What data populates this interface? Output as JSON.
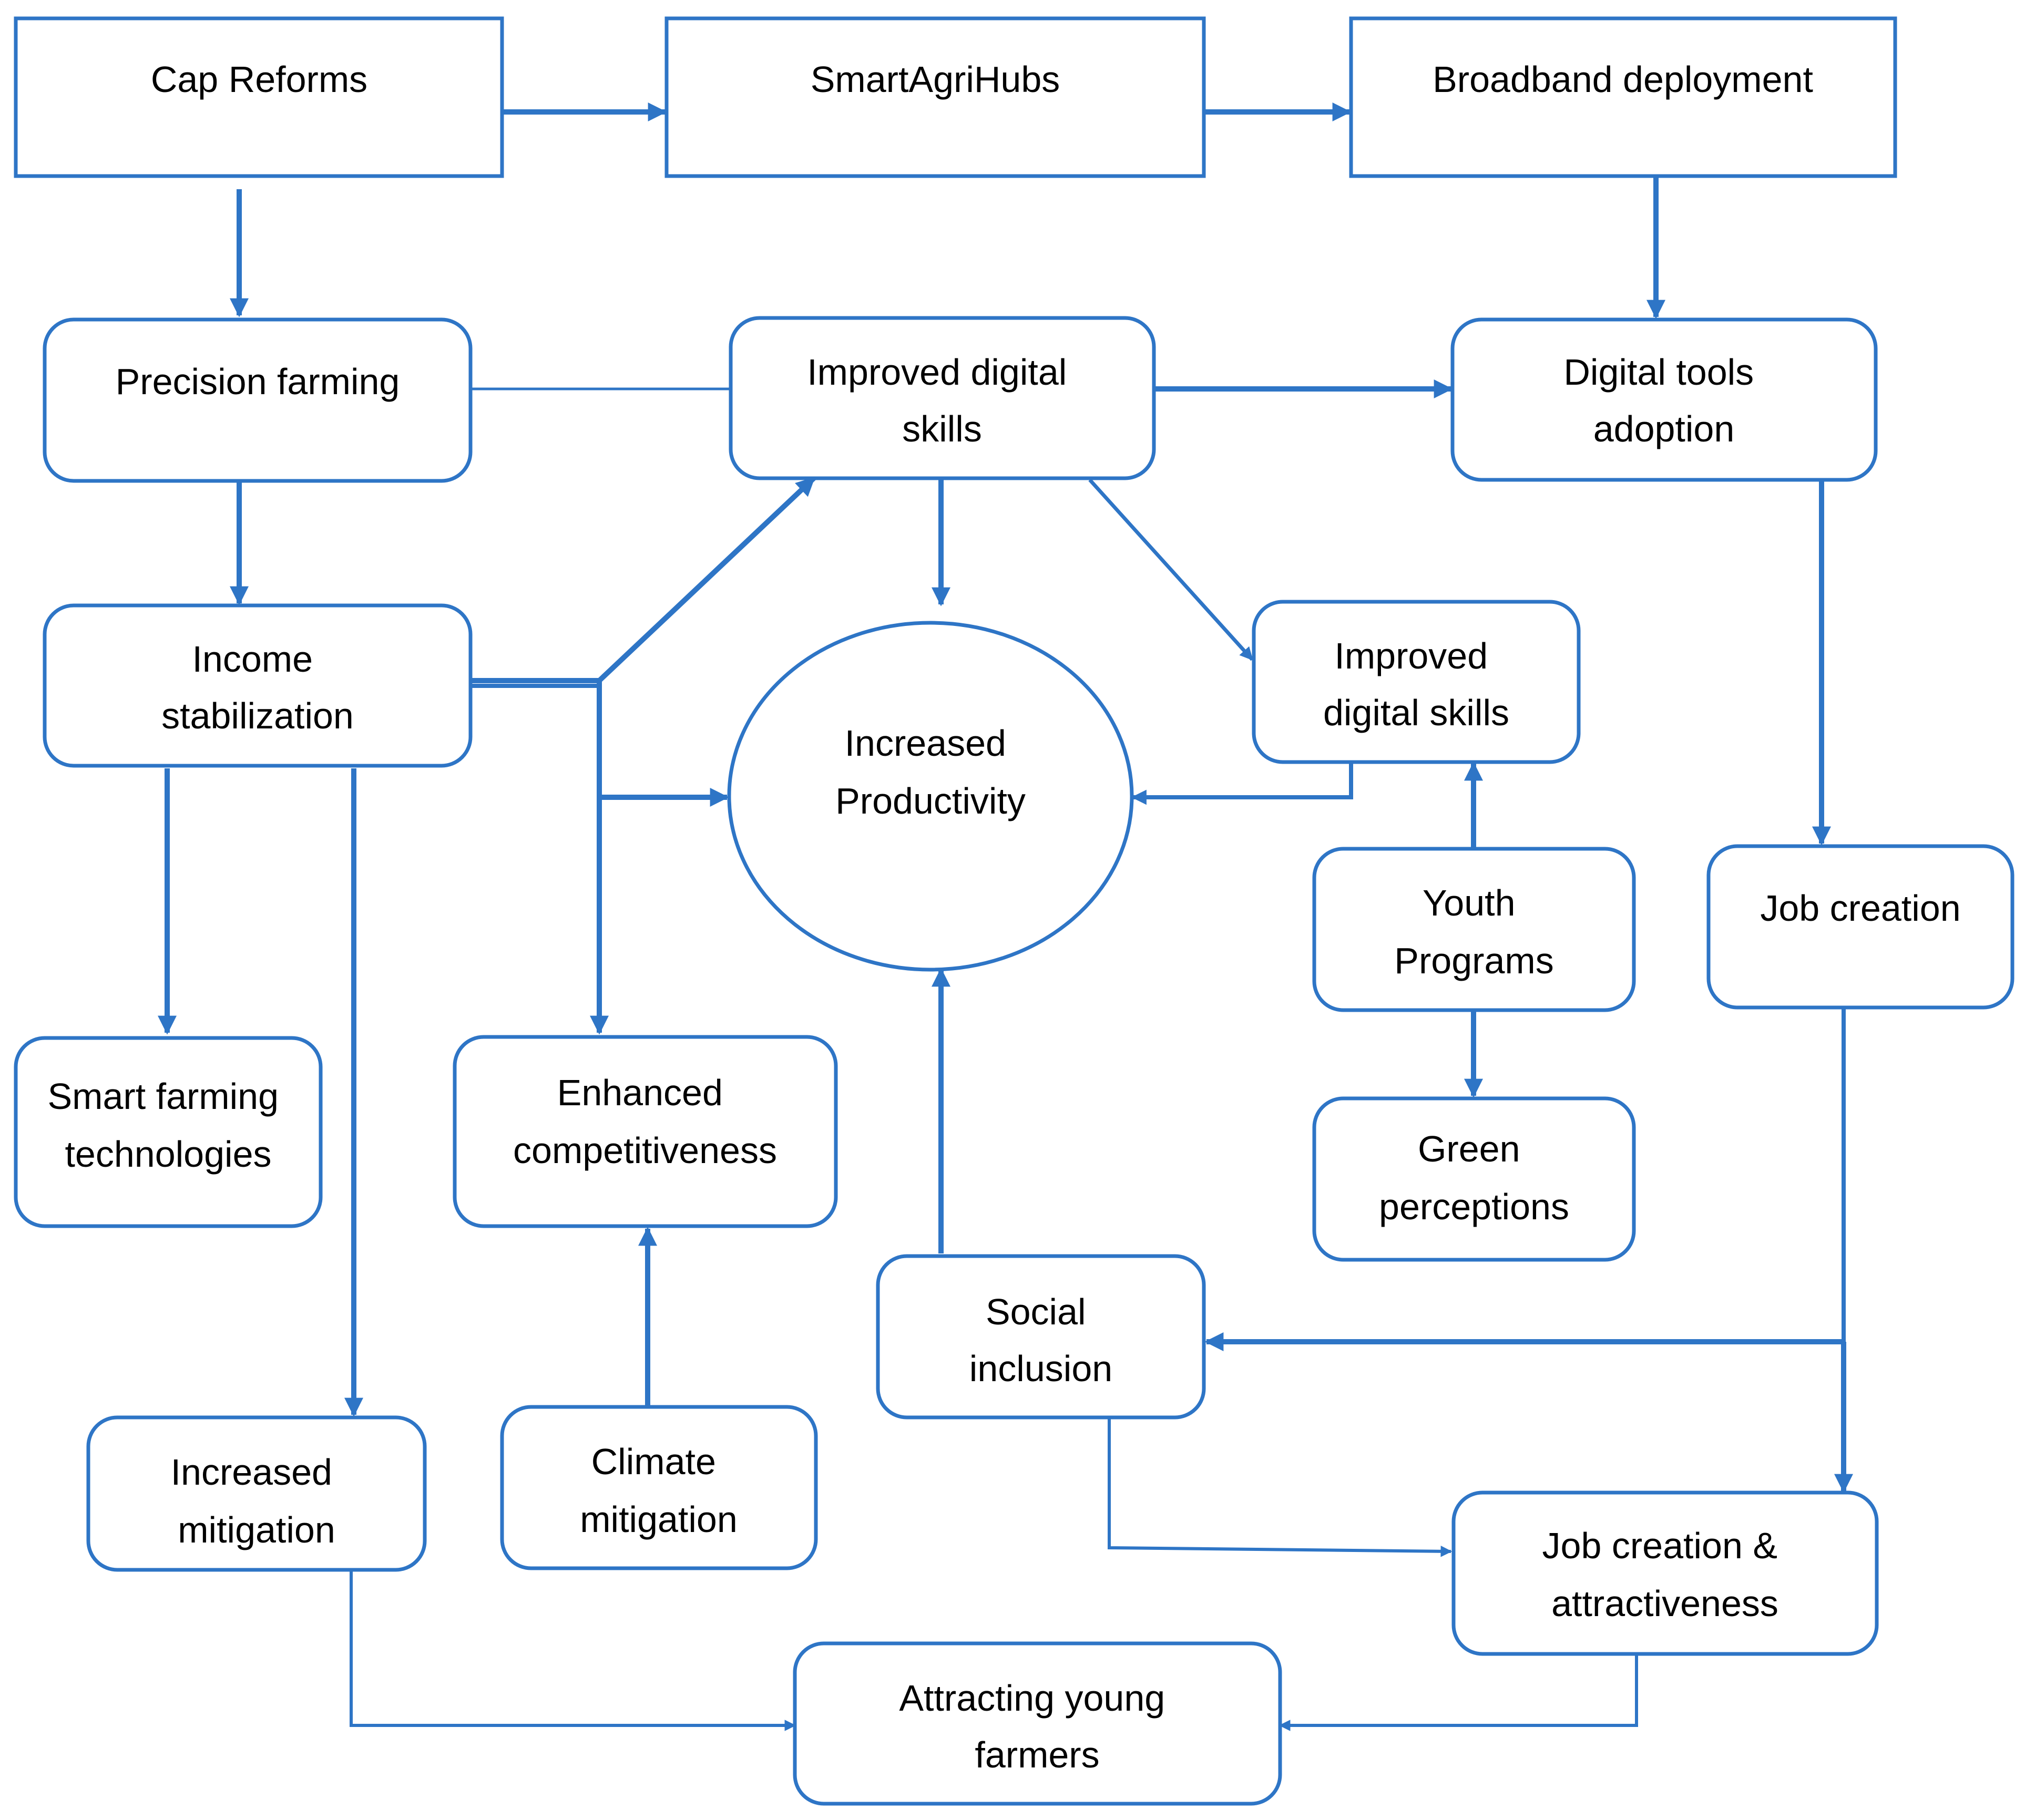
{
  "colors": {
    "stroke": "#2E75C6",
    "text": "#000000",
    "background": "#FFFFFF"
  },
  "nodes": {
    "cap_reforms": [
      "Cap Reforms"
    ],
    "smartagrihubs": [
      "SmartAgriHubs"
    ],
    "broadband_deployment": [
      "Broadband deployment"
    ],
    "precision_farming": [
      "Precision farming"
    ],
    "improved_digital_skills_top": [
      "Improved digital",
      "skills"
    ],
    "digital_tools_adoption": [
      "Digital tools",
      "adoption"
    ],
    "income_stabilization": [
      "Income",
      "stabilization"
    ],
    "increased_productivity": [
      "Increased",
      "Productivity"
    ],
    "improved_digital_skills_right": [
      "Improved",
      "digital skills"
    ],
    "youth_programs": [
      "Youth",
      "Programs"
    ],
    "job_creation": [
      "Job creation"
    ],
    "smart_farming_technologies": [
      "Smart farming",
      "technologies"
    ],
    "enhanced_competitiveness": [
      "Enhanced",
      "competitiveness"
    ],
    "green_perceptions": [
      "Green",
      "perceptions"
    ],
    "social_inclusion": [
      "Social",
      "inclusion"
    ],
    "increased_mitigation": [
      "Increased",
      "mitigation"
    ],
    "climate_mitigation": [
      "Climate",
      "mitigation"
    ],
    "job_creation_attractiveness": [
      "Job creation &",
      "attractiveness"
    ],
    "attracting_young_farmers": [
      "Attracting young",
      "farmers"
    ]
  }
}
